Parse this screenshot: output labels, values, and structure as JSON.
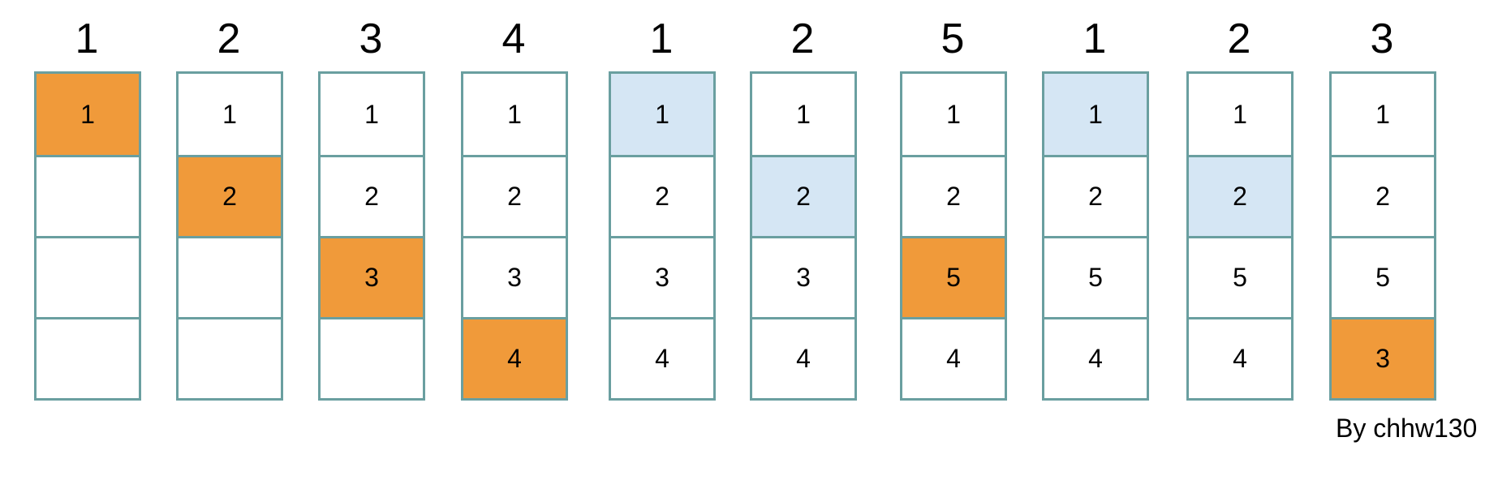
{
  "colors": {
    "fault": "#f09a3a",
    "hit": "#d5e6f4",
    "border": "#6a9fa0"
  },
  "steps": [
    {
      "ref": "1",
      "frames": [
        {
          "v": "1",
          "s": "fault"
        },
        {
          "v": "",
          "s": ""
        },
        {
          "v": "",
          "s": ""
        },
        {
          "v": "",
          "s": ""
        }
      ]
    },
    {
      "ref": "2",
      "frames": [
        {
          "v": "1",
          "s": ""
        },
        {
          "v": "2",
          "s": "fault"
        },
        {
          "v": "",
          "s": ""
        },
        {
          "v": "",
          "s": ""
        }
      ]
    },
    {
      "ref": "3",
      "frames": [
        {
          "v": "1",
          "s": ""
        },
        {
          "v": "2",
          "s": ""
        },
        {
          "v": "3",
          "s": "fault"
        },
        {
          "v": "",
          "s": ""
        }
      ]
    },
    {
      "ref": "4",
      "frames": [
        {
          "v": "1",
          "s": ""
        },
        {
          "v": "2",
          "s": ""
        },
        {
          "v": "3",
          "s": ""
        },
        {
          "v": "4",
          "s": "fault"
        }
      ]
    },
    {
      "ref": "1",
      "frames": [
        {
          "v": "1",
          "s": "hit"
        },
        {
          "v": "2",
          "s": ""
        },
        {
          "v": "3",
          "s": ""
        },
        {
          "v": "4",
          "s": ""
        }
      ]
    },
    {
      "ref": "2",
      "frames": [
        {
          "v": "1",
          "s": ""
        },
        {
          "v": "2",
          "s": "hit"
        },
        {
          "v": "3",
          "s": ""
        },
        {
          "v": "4",
          "s": ""
        }
      ]
    },
    {
      "ref": "5",
      "frames": [
        {
          "v": "1",
          "s": ""
        },
        {
          "v": "2",
          "s": ""
        },
        {
          "v": "5",
          "s": "fault"
        },
        {
          "v": "4",
          "s": ""
        }
      ]
    },
    {
      "ref": "1",
      "frames": [
        {
          "v": "1",
          "s": "hit"
        },
        {
          "v": "2",
          "s": ""
        },
        {
          "v": "5",
          "s": ""
        },
        {
          "v": "4",
          "s": ""
        }
      ]
    },
    {
      "ref": "2",
      "frames": [
        {
          "v": "1",
          "s": ""
        },
        {
          "v": "2",
          "s": "hit"
        },
        {
          "v": "5",
          "s": ""
        },
        {
          "v": "4",
          "s": ""
        }
      ]
    },
    {
      "ref": "3",
      "frames": [
        {
          "v": "1",
          "s": ""
        },
        {
          "v": "2",
          "s": ""
        },
        {
          "v": "5",
          "s": ""
        },
        {
          "v": "3",
          "s": "fault"
        }
      ]
    }
  ],
  "credit": "By chhw130"
}
